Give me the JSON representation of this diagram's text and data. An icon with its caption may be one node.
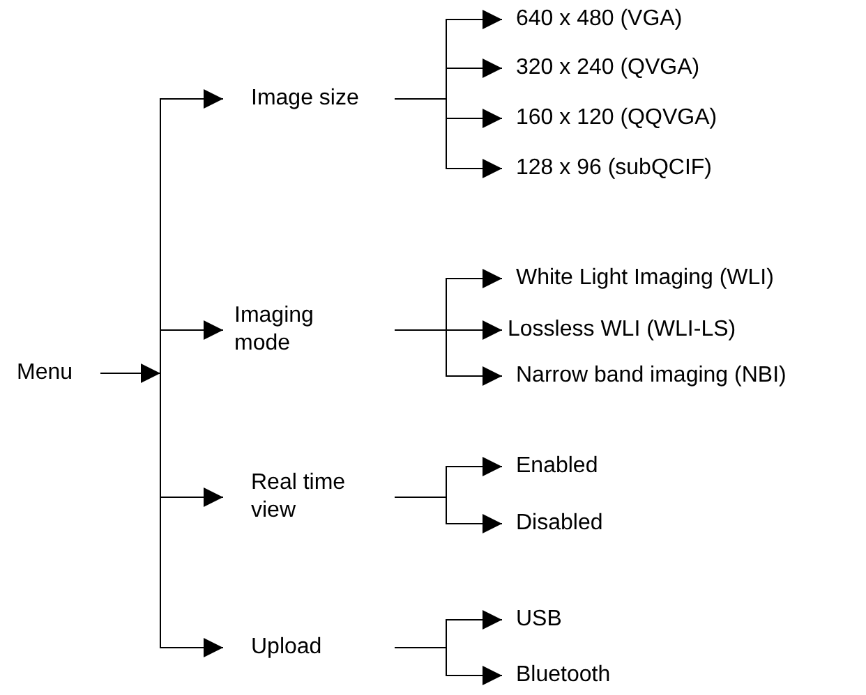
{
  "diagram": {
    "nodes": [
      {
        "text": [
          "Menu"
        ]
      },
      {
        "text": [
          "Image size"
        ]
      },
      {
        "text": [
          "640 x 480 (VGA)"
        ]
      },
      {
        "text": [
          "320 x 240 (QVGA)"
        ]
      },
      {
        "text": [
          "160 x 120 (QQVGA)"
        ]
      },
      {
        "text": [
          "128 x 96 (subQCIF)"
        ]
      },
      {
        "text": [
          "Imaging mode"
        ]
      },
      {
        "text": [
          "White Light Imaging (WLI)"
        ]
      },
      {
        "text": [
          "Lossless WLI (WLI-LS)"
        ]
      },
      {
        "text": [
          "Narrow band imaging (NBI)"
        ]
      },
      {
        "text": [
          "Real time view"
        ]
      },
      {
        "text": [
          "Enabled"
        ]
      },
      {
        "text": [
          "Disabled"
        ]
      },
      {
        "text": [
          "Upload"
        ]
      },
      {
        "text": [
          "USB"
        ]
      },
      {
        "text": [
          "Bluetooth"
        ]
      }
    ],
    "edges": [
      {
        "from": 0,
        "to": 1,
        "arrow": "to"
      },
      {
        "from": 0,
        "to": 6,
        "arrow": "to"
      },
      {
        "from": 0,
        "to": 10,
        "arrow": "to"
      },
      {
        "from": 0,
        "to": 13,
        "arrow": "to"
      },
      {
        "from": 1,
        "to": 2,
        "arrow": "to"
      },
      {
        "from": 1,
        "to": 3,
        "arrow": "to"
      },
      {
        "from": 1,
        "to": 4,
        "arrow": "to"
      },
      {
        "from": 1,
        "to": 5,
        "arrow": "to"
      },
      {
        "from": 6,
        "to": 7,
        "arrow": "to"
      },
      {
        "from": 6,
        "to": 8,
        "arrow": "to"
      },
      {
        "from": 6,
        "to": 9,
        "arrow": "to"
      },
      {
        "from": 10,
        "to": 11,
        "arrow": "to"
      },
      {
        "from": 10,
        "to": 12,
        "arrow": "to"
      },
      {
        "from": 13,
        "to": 14,
        "arrow": "to"
      },
      {
        "from": 13,
        "to": 15,
        "arrow": "to"
      }
    ]
  }
}
